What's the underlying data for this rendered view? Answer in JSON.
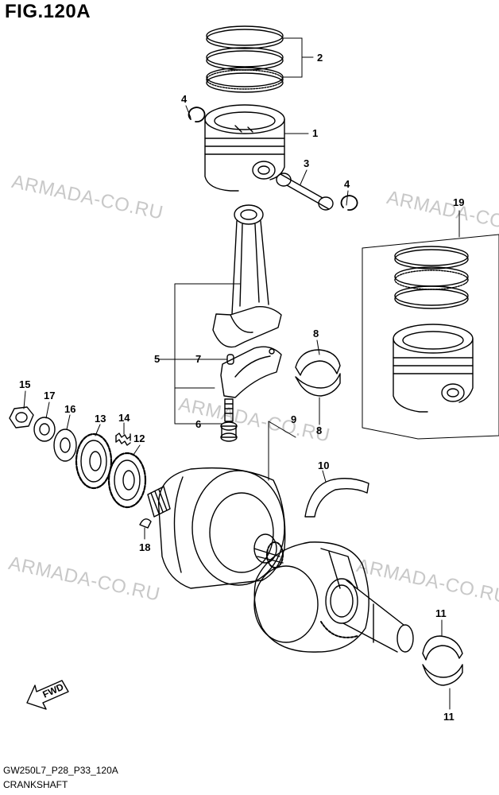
{
  "figure": {
    "title": "FIG.120A",
    "code": "GW250L7_P28_P33_120A",
    "name": "CRANKSHAFT"
  },
  "watermark": {
    "text": "ARMADA-CO.RU",
    "color": "#c8c8c8"
  },
  "direction_arrow": {
    "label": "FWD",
    "icon": "forward-arrow-icon"
  },
  "callouts": [
    {
      "id": "c2",
      "label": "2",
      "part": "piston ring set"
    },
    {
      "id": "c4a",
      "label": "4",
      "part": "circlip"
    },
    {
      "id": "c1",
      "label": "1",
      "part": "piston"
    },
    {
      "id": "c3",
      "label": "3",
      "part": "piston pin"
    },
    {
      "id": "c4b",
      "label": "4",
      "part": "circlip"
    },
    {
      "id": "c19",
      "label": "19",
      "part": "piston set"
    },
    {
      "id": "c8a",
      "label": "8",
      "part": "conrod bearing"
    },
    {
      "id": "c5",
      "label": "5",
      "part": "connecting rod assembly"
    },
    {
      "id": "c7",
      "label": "7",
      "part": "dowel pin"
    },
    {
      "id": "c8b",
      "label": "8",
      "part": "conrod bearing"
    },
    {
      "id": "c6",
      "label": "6",
      "part": "conrod bolt"
    },
    {
      "id": "c9",
      "label": "9",
      "part": "crankshaft"
    },
    {
      "id": "c15",
      "label": "15",
      "part": "nut"
    },
    {
      "id": "c17",
      "label": "17",
      "part": "washer"
    },
    {
      "id": "c16",
      "label": "16",
      "part": "washer"
    },
    {
      "id": "c13",
      "label": "13",
      "part": "primary drive gear"
    },
    {
      "id": "c14",
      "label": "14",
      "part": "spring"
    },
    {
      "id": "c12",
      "label": "12",
      "part": "gear"
    },
    {
      "id": "c10",
      "label": "10",
      "part": "crank balancer"
    },
    {
      "id": "c18",
      "label": "18",
      "part": "key"
    },
    {
      "id": "c11a",
      "label": "11",
      "part": "crankshaft bearing"
    },
    {
      "id": "c11b",
      "label": "11",
      "part": "crankshaft bearing"
    }
  ]
}
